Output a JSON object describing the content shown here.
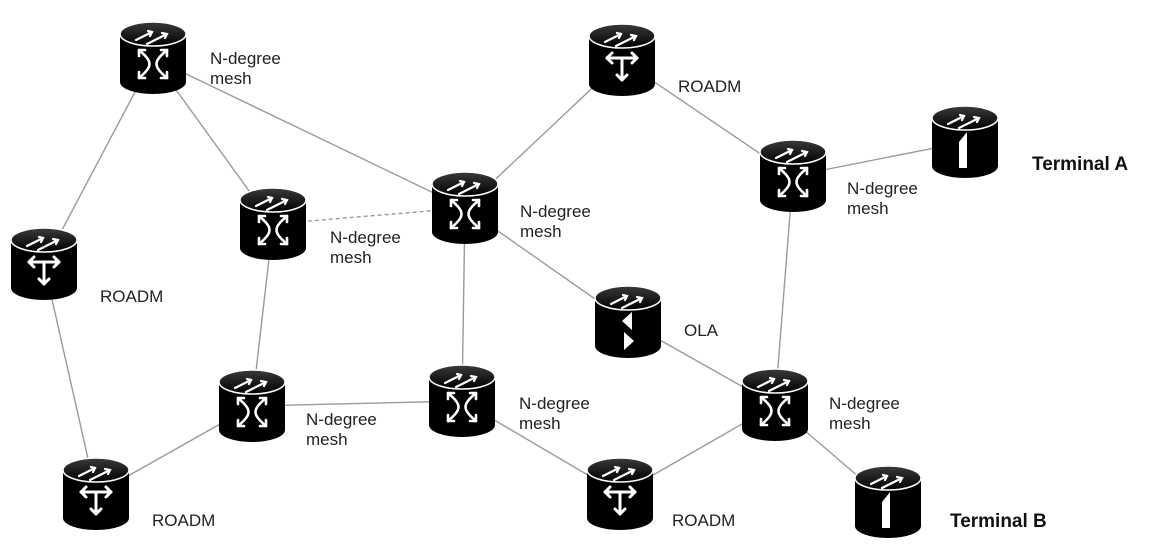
{
  "diagram": {
    "nodes": [
      {
        "id": "m1",
        "kind": "mesh",
        "label": [
          "N-degree",
          "mesh"
        ]
      },
      {
        "id": "r1",
        "kind": "roadm",
        "label": [
          "ROADM"
        ]
      },
      {
        "id": "m2",
        "kind": "mesh",
        "label": [
          "N-degree",
          "mesh"
        ]
      },
      {
        "id": "m3",
        "kind": "mesh",
        "label": [
          "N-degree",
          "mesh"
        ]
      },
      {
        "id": "r2",
        "kind": "roadm",
        "label": [
          "ROADM"
        ]
      },
      {
        "id": "m4",
        "kind": "mesh",
        "label": [
          "N-degree",
          "mesh"
        ]
      },
      {
        "id": "tA",
        "kind": "terminal",
        "label": [
          "Terminal A"
        ]
      },
      {
        "id": "ola",
        "kind": "ola",
        "label": [
          "OLA"
        ]
      },
      {
        "id": "m5",
        "kind": "mesh",
        "label": [
          "N-degree",
          "mesh"
        ]
      },
      {
        "id": "m6",
        "kind": "mesh",
        "label": [
          "N-degree",
          "mesh"
        ]
      },
      {
        "id": "m7",
        "kind": "mesh",
        "label": [
          "N-degree",
          "mesh"
        ]
      },
      {
        "id": "r3",
        "kind": "roadm",
        "label": [
          "ROADM"
        ]
      },
      {
        "id": "r4",
        "kind": "roadm",
        "label": [
          "ROADM"
        ]
      },
      {
        "id": "tB",
        "kind": "terminal",
        "label": [
          "Terminal B"
        ]
      }
    ],
    "links": [
      {
        "from": "m1",
        "to": "r1"
      },
      {
        "from": "m1",
        "to": "m2"
      },
      {
        "from": "m1",
        "to": "m3"
      },
      {
        "from": "m2",
        "to": "m3",
        "style": "dashed"
      },
      {
        "from": "m3",
        "to": "r2"
      },
      {
        "from": "r2",
        "to": "m4"
      },
      {
        "from": "m4",
        "to": "tA"
      },
      {
        "from": "m3",
        "to": "ola"
      },
      {
        "from": "ola",
        "to": "m7"
      },
      {
        "from": "m4",
        "to": "m7"
      },
      {
        "from": "m3",
        "to": "m6"
      },
      {
        "from": "m2",
        "to": "m5"
      },
      {
        "from": "m5",
        "to": "m6"
      },
      {
        "from": "r1",
        "to": "r3"
      },
      {
        "from": "m5",
        "to": "r3"
      },
      {
        "from": "m6",
        "to": "r4"
      },
      {
        "from": "r4",
        "to": "m7"
      },
      {
        "from": "m7",
        "to": "tB"
      }
    ]
  }
}
